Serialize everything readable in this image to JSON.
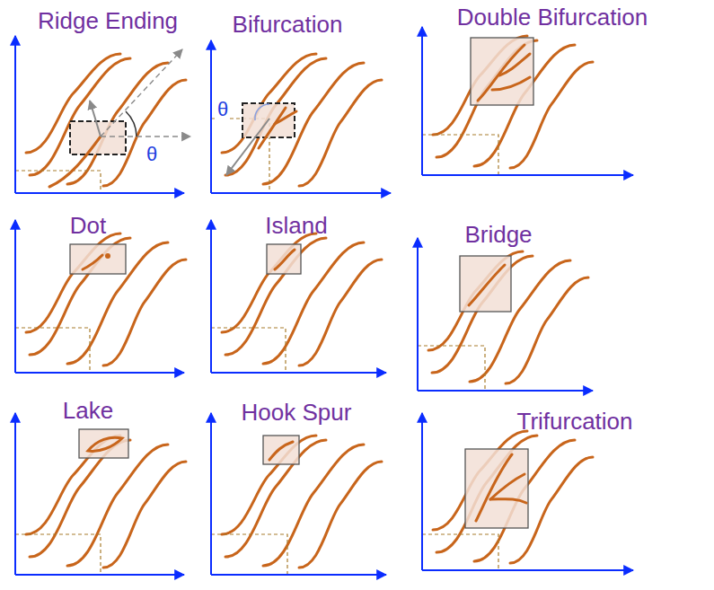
{
  "diagram": {
    "labels": [
      "Ridge Ending",
      "Bifurcation",
      "Double Bifurcation",
      "Dot",
      "Island",
      "Bridge",
      "Lake",
      "Hook Spur",
      "Trifurcation",
      "θ",
      "θ"
    ]
  }
}
